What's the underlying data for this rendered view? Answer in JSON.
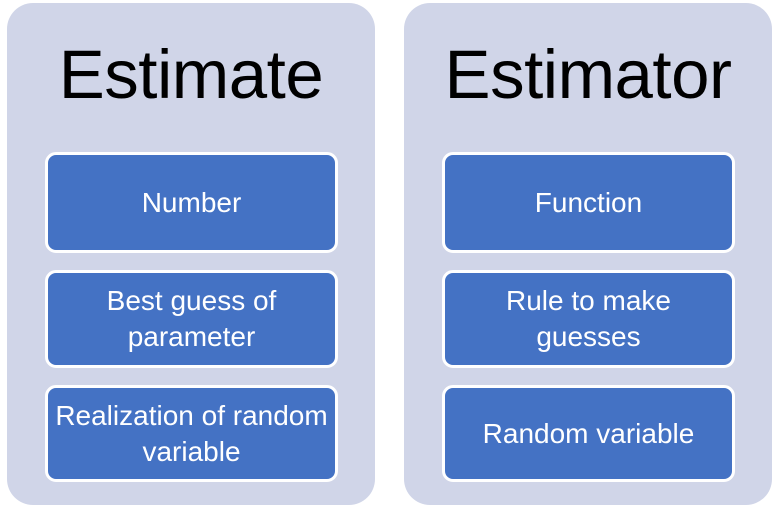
{
  "diagram": {
    "type": "comparison-panels",
    "colors": {
      "panel_background": "#D0D5E8",
      "item_fill": "#4472C4",
      "item_border": "#FFFFFF",
      "title_text": "#000000",
      "item_text": "#FFFFFF",
      "page_background": "#FFFFFF"
    },
    "panels": [
      {
        "title": "Estimate",
        "items": [
          {
            "label": "Number"
          },
          {
            "label": "Best guess of parameter"
          },
          {
            "label": "Realization of random variable"
          }
        ]
      },
      {
        "title": "Estimator",
        "items": [
          {
            "label": "Function"
          },
          {
            "label": "Rule to make guesses"
          },
          {
            "label": "Random variable"
          }
        ]
      }
    ]
  }
}
